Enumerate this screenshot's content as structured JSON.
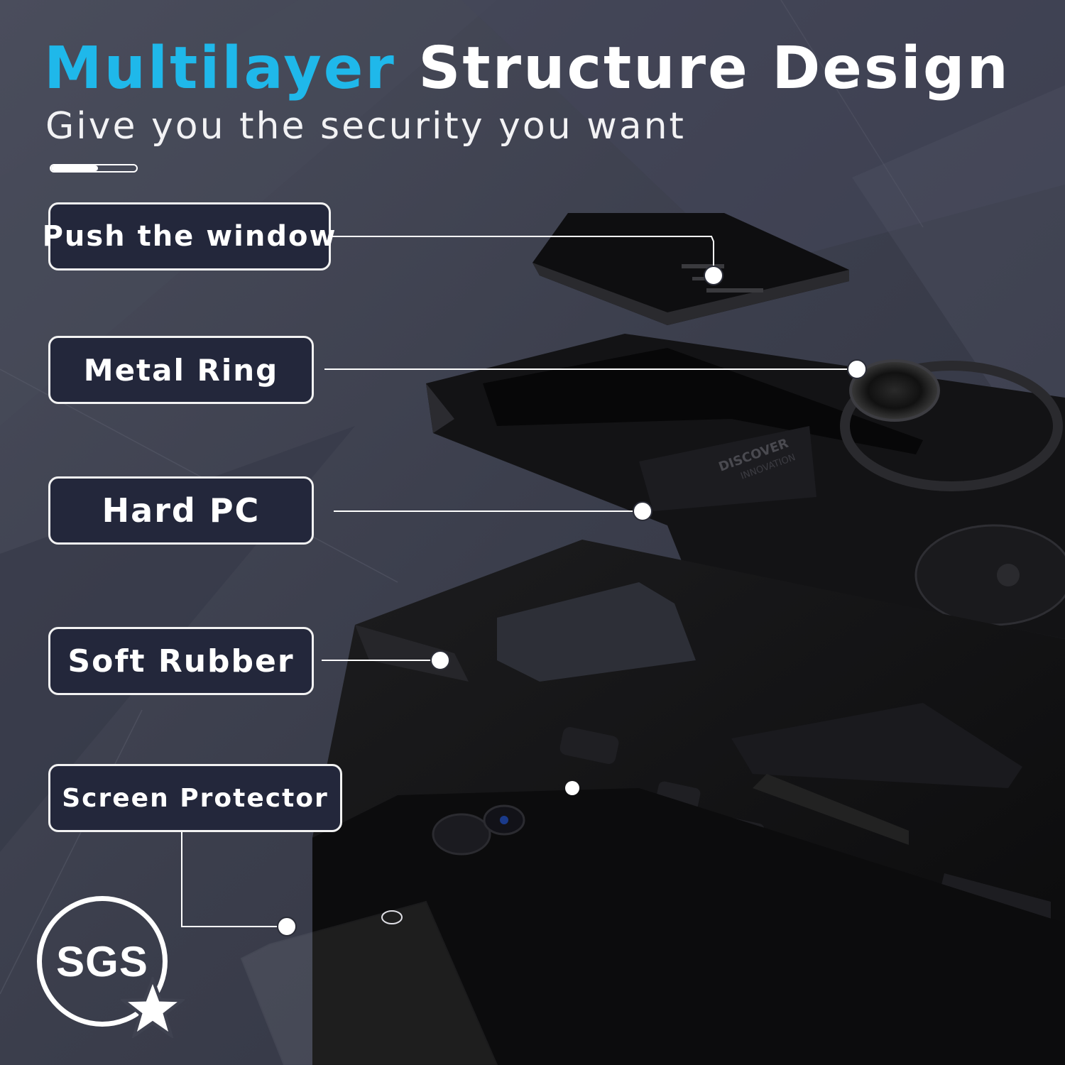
{
  "header": {
    "title_accent": "Multilayer",
    "title_rest": " Structure Design",
    "subtitle": "Give you the security you want",
    "progress_fraction": 0.55
  },
  "labels": [
    {
      "id": "push-the-window",
      "text": "Push the window"
    },
    {
      "id": "metal-ring",
      "text": "Metal Ring"
    },
    {
      "id": "hard-pc",
      "text": "Hard PC"
    },
    {
      "id": "soft-rubber",
      "text": "Soft Rubber"
    },
    {
      "id": "screen-protector",
      "text": "Screen Protector"
    }
  ],
  "product": {
    "engraving_line1": "DISCOVER",
    "engraving_line2": "INNOVATION"
  },
  "badge": {
    "text": "SGS",
    "icon": "star-icon"
  },
  "colors": {
    "accent": "#1fb8ea",
    "background": "#3f4250",
    "label_fill": "#23273b",
    "case": "#141414"
  }
}
